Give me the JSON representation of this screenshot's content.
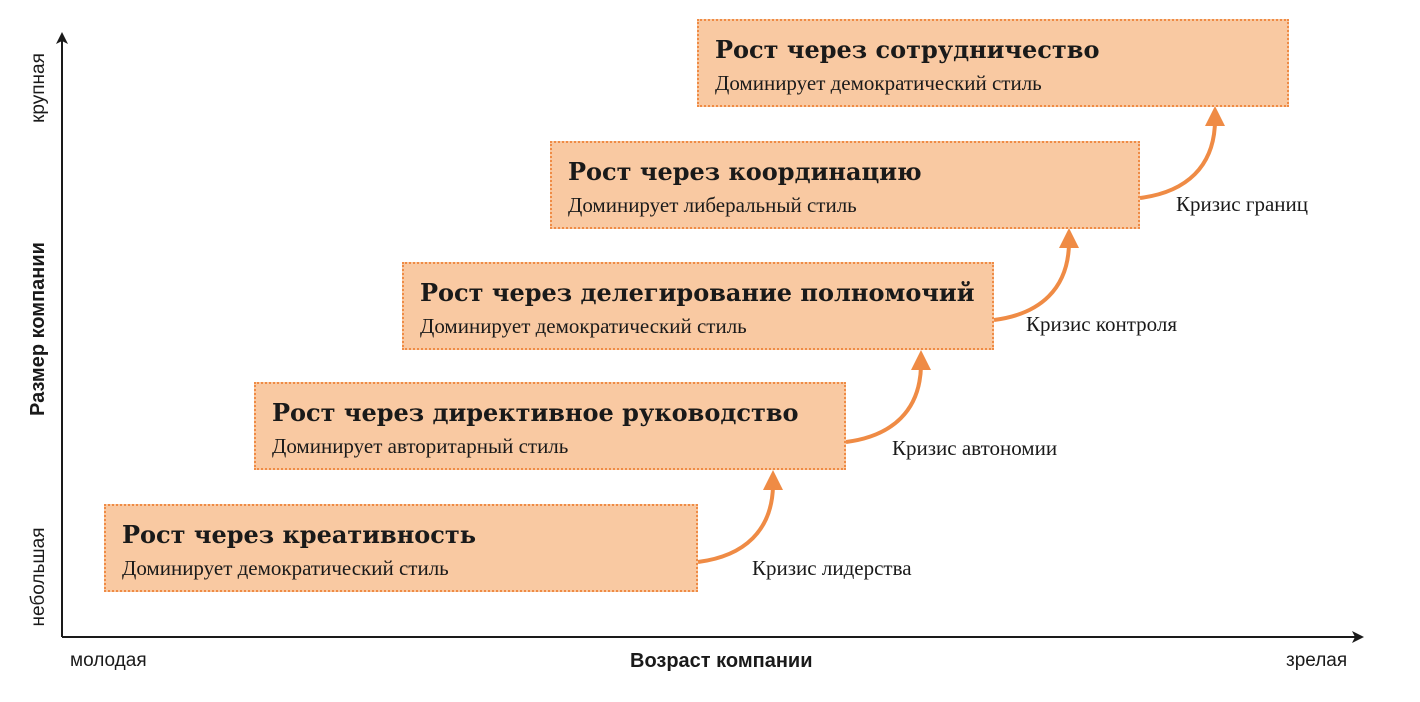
{
  "axes": {
    "x_title": "Возраст компании",
    "x_min_label": "молодая",
    "x_max_label": "зрелая",
    "y_title": "Размер компании",
    "y_min_label": "небольшая",
    "y_max_label": "крупная"
  },
  "stages": [
    {
      "title": "Рост через креативность",
      "style": "Доминирует демократический стиль"
    },
    {
      "title": "Рост через директивное руководство",
      "style": "Доминирует авторитарный стиль"
    },
    {
      "title": "Рост через делегирование полномочий",
      "style": "Доминирует демократический стиль"
    },
    {
      "title": "Рост через координацию",
      "style": "Доминирует либеральный стиль"
    },
    {
      "title": "Рост через сотрудничество",
      "style": "Доминирует демократический стиль"
    }
  ],
  "crises": [
    {
      "label": "Кризис лидерства"
    },
    {
      "label": "Кризис автономии"
    },
    {
      "label": "Кризис контроля"
    },
    {
      "label": "Кризис границ"
    }
  ],
  "colors": {
    "box_fill": "#f9c9a2",
    "box_border": "#ef8b45",
    "arrow": "#ef8b45",
    "axis": "#1a1a1a"
  }
}
